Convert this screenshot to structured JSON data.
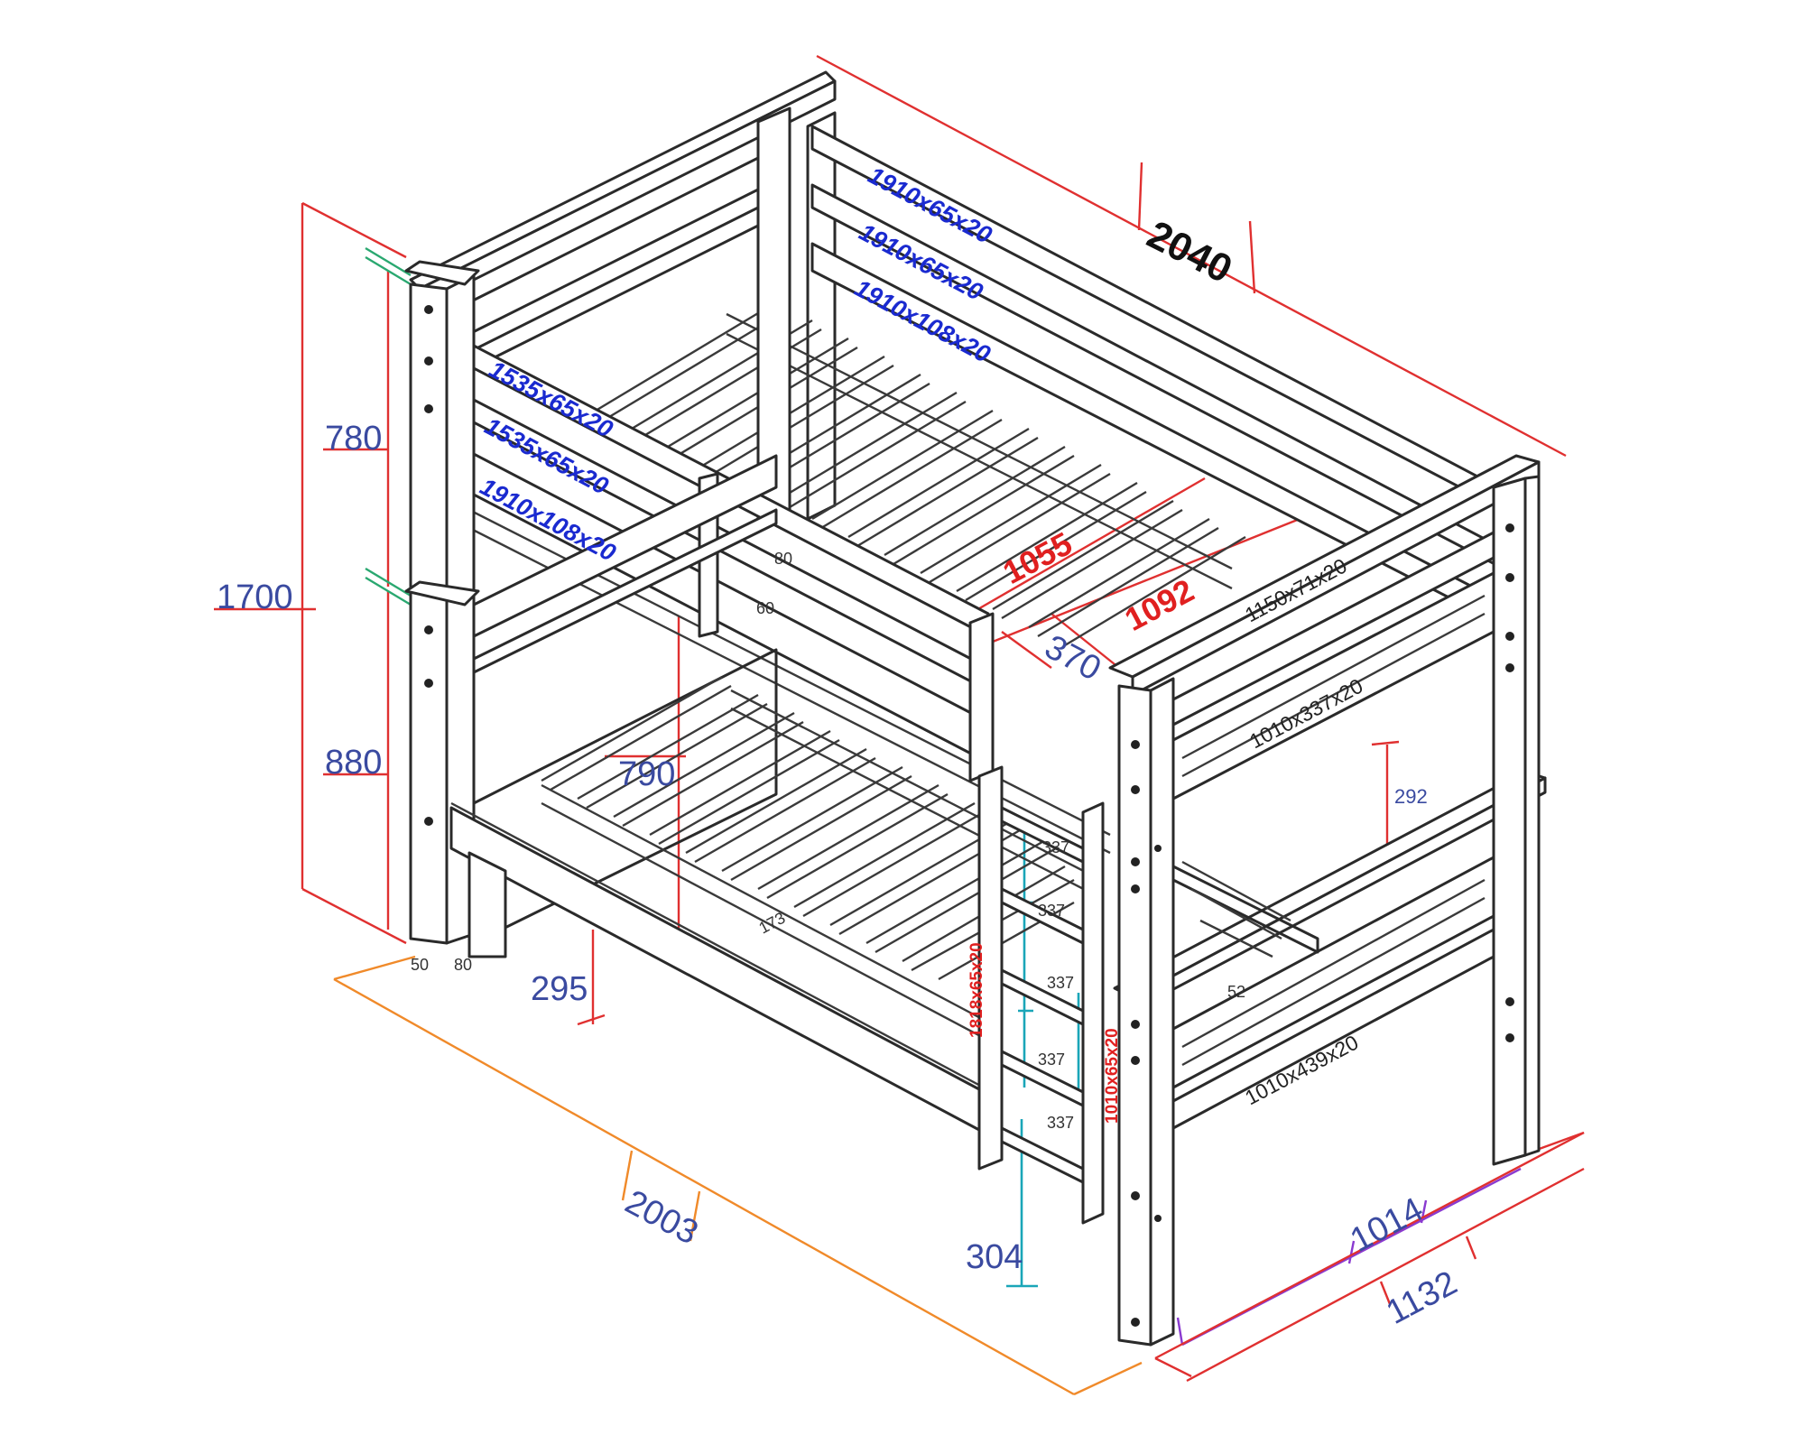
{
  "dimensions": {
    "length_2040": "2040",
    "height_1700": "1700",
    "upper_780": "780",
    "lower_880": "880",
    "gap_790": "790",
    "clearance_295": "295",
    "length_2003": "2003",
    "width_1014": "1014",
    "width_1132": "1132",
    "ladder_304": "304",
    "ladder_370": "370",
    "ladder_inner_1055": "1055",
    "ladder_outer_1092": "1092",
    "end_292": "292"
  },
  "parts": {
    "upper_rail_1": "1910x65x20",
    "upper_rail_2": "1910x65x20",
    "upper_rail_3": "1910x108x20",
    "guard_1": "1535x65x20",
    "guard_2": "1535x65x20",
    "guard_3": "1910x108x20",
    "head_top": "1150x71x20",
    "head_panel_upper": "1010x337x20",
    "head_panel_lower": "1010x439x20",
    "ladder_side_left": "1818x65x20",
    "ladder_side_right": "1010x65x20"
  },
  "small_labels": {
    "post_50": "50",
    "post_80": "80",
    "slat_173": "173",
    "bracket_80": "80",
    "bracket_60": "60",
    "bracket_52": "52",
    "step_a": "337",
    "step_b": "337",
    "step_c": "337",
    "step_d": "337",
    "step_e": "337"
  },
  "colors": {
    "frame": "#2a2a2a",
    "dimension_red": "#e03030",
    "dimension_orange": "#f08a2a",
    "dimension_purple": "#8a3ad0",
    "dimension_cyan": "#1aa6b8",
    "text_blue": "#1a2ad0"
  }
}
